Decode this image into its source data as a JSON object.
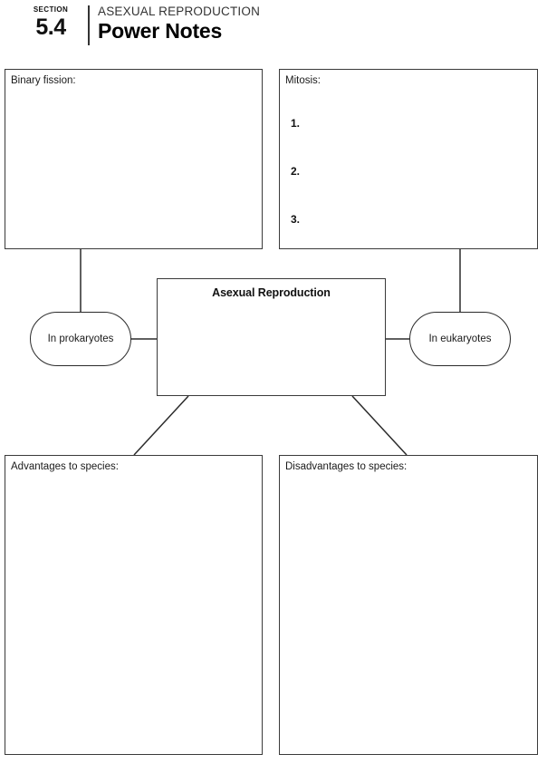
{
  "header": {
    "section_word": "SECTION",
    "section_number": "5.4",
    "kicker": "ASEXUAL REPRODUCTION",
    "title": "Power Notes"
  },
  "boxes": {
    "binary_fission": {
      "label": "Binary fission:"
    },
    "mitosis": {
      "label": "Mitosis:",
      "items": [
        "1.",
        "2.",
        "3."
      ]
    },
    "center": {
      "title": "Asexual Reproduction"
    },
    "advantages": {
      "label": "Advantages to species:"
    },
    "disadvantages": {
      "label": "Disadvantages to species:"
    }
  },
  "ovals": {
    "prokaryotes": {
      "label": "In prokaryotes"
    },
    "eukaryotes": {
      "label": "In eukaryotes"
    }
  },
  "colors": {
    "ink": "#1a1a1a",
    "rule": "#3a3a3a",
    "page": "#ffffff"
  }
}
